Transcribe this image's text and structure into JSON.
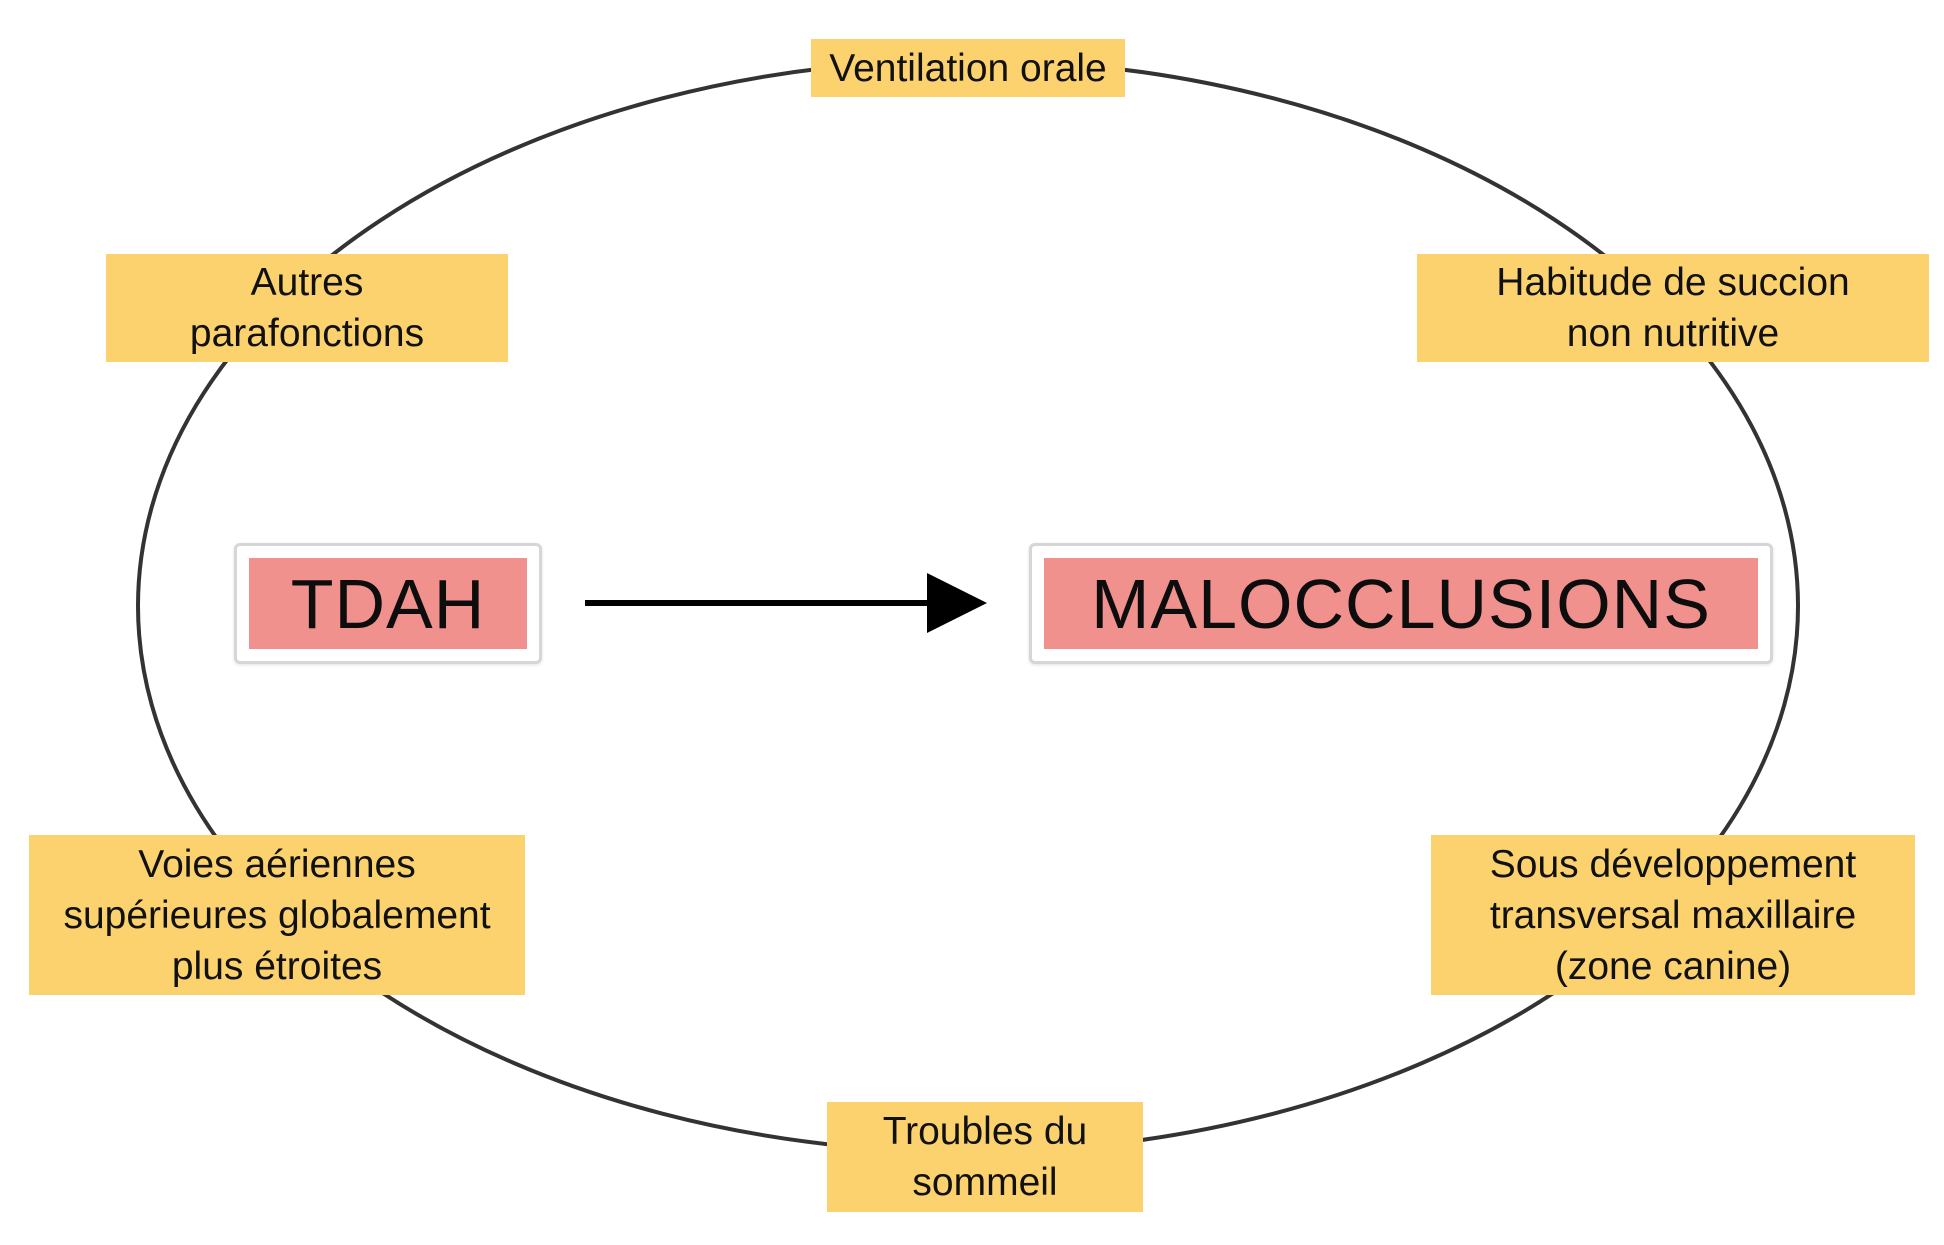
{
  "diagram": {
    "source_node": "TDAH",
    "target_node": "MALOCCLUSIONS",
    "cycle_nodes": [
      {
        "id": "ventilation",
        "lines": [
          "Ventilation orale"
        ]
      },
      {
        "id": "habitude",
        "lines": [
          "Habitude de succion",
          "non nutritive"
        ]
      },
      {
        "id": "sous",
        "lines": [
          "Sous développement",
          "transversal maxillaire",
          "(zone canine)"
        ]
      },
      {
        "id": "troubles",
        "lines": [
          "Troubles du",
          "sommeil"
        ]
      },
      {
        "id": "voies",
        "lines": [
          "Voies aériennes",
          "supérieures globalement",
          "plus étroites"
        ]
      },
      {
        "id": "autres",
        "lines": [
          "Autres",
          "parafonctions"
        ]
      }
    ],
    "colors": {
      "cycle_node_fill": "#fbd26e",
      "core_fill": "#f0918e",
      "frame_border": "#d6d6d6",
      "ellipse_stroke": "#333333",
      "arrow": "#000000"
    }
  }
}
